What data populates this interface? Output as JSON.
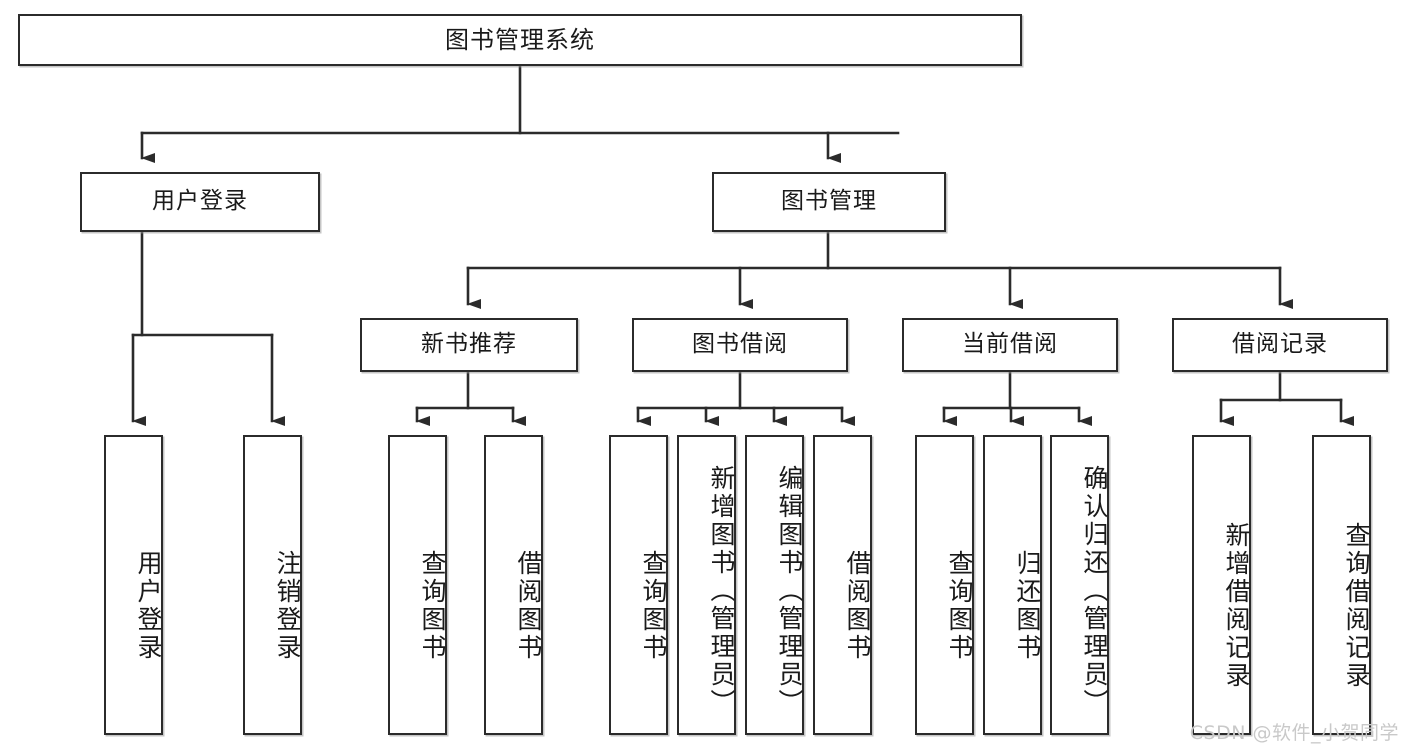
{
  "diagram": {
    "type": "tree-hierarchy",
    "title": "图书管理系统",
    "root": {
      "label": "图书管理系统"
    },
    "level2": [
      {
        "label": "用户登录"
      },
      {
        "label": "图书管理"
      }
    ],
    "level3": [
      {
        "label": "新书推荐"
      },
      {
        "label": "图书借阅"
      },
      {
        "label": "当前借阅"
      },
      {
        "label": "借阅记录"
      }
    ],
    "leaves": [
      {
        "label": "用户登录",
        "parent": "用户登录"
      },
      {
        "label": "注销登录",
        "parent": "用户登录"
      },
      {
        "label": "查询图书",
        "parent": "新书推荐"
      },
      {
        "label": "借阅图书",
        "parent": "新书推荐"
      },
      {
        "label": "查询图书",
        "parent": "图书借阅"
      },
      {
        "label": "新增图书（管理员）",
        "parent": "图书借阅"
      },
      {
        "label": "编辑图书（管理员）",
        "parent": "图书借阅"
      },
      {
        "label": "借阅图书",
        "parent": "图书借阅"
      },
      {
        "label": "查询图书",
        "parent": "当前借阅"
      },
      {
        "label": "归还图书",
        "parent": "当前借阅"
      },
      {
        "label": "确认归还（管理员）",
        "parent": "当前借阅"
      },
      {
        "label": "新增借阅记录",
        "parent": "借阅记录"
      },
      {
        "label": "查询借阅记录",
        "parent": "借阅记录"
      }
    ]
  },
  "watermark": {
    "text": "CSDN @软件_小贺同学"
  },
  "colors": {
    "stroke": "#2b2b2b",
    "box_fill": "#ffffff",
    "text": "#1a1a1a",
    "watermark": "#c9c9c9",
    "background": "#ffffff"
  }
}
